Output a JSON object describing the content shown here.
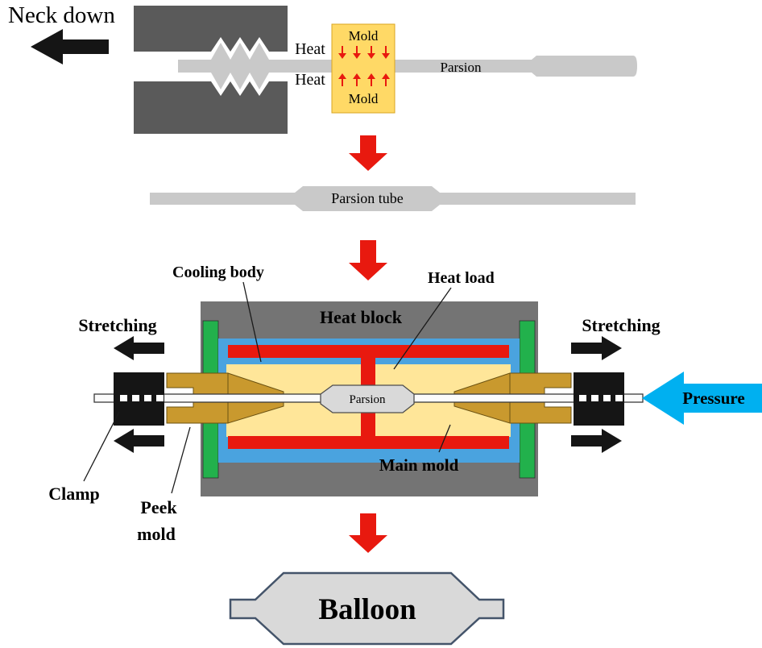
{
  "colors": {
    "die_gray": "#5a5a5a",
    "block_gray": "#747474",
    "tube_gray": "#c9c9c9",
    "mold_yellow": "#ffd966",
    "arrow_red": "#e8190f",
    "green": "#22b14c",
    "cooling_blue": "#4aa3df",
    "gold": "#c9992e",
    "main_mold_yellow": "#ffe699",
    "pressure_cyan": "#00b0f0",
    "balloon_fill": "#d9d9d9",
    "balloon_stroke": "#44546a",
    "black": "#151515"
  },
  "labels": {
    "neck_down": "Neck down",
    "heat_top": "Heat",
    "heat_bottom": "Heat",
    "mold_top": "Mold",
    "mold_bottom": "Mold",
    "parison_top": "Parsion",
    "parison_tube": "Parsion tube",
    "cooling_body": "Cooling body",
    "heat_load": "Heat load",
    "heat_block": "Heat block",
    "stretching_left": "Stretching",
    "stretching_right": "Stretching",
    "pressure": "Pressure",
    "main_mold": "Main mold",
    "clamp": "Clamp",
    "peek_mold_line1": "Peek",
    "peek_mold_line2": "mold",
    "parison_center": "Parsion",
    "balloon": "Balloon"
  }
}
